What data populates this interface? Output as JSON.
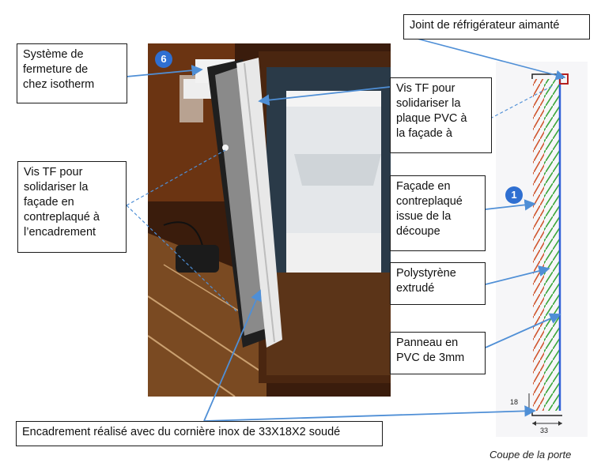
{
  "labels": {
    "joint": "Joint de réfrigérateur aimanté",
    "systeme": "Système de\nfermeture de\nchez isotherm",
    "vis_pvc": "Vis TF pour\nsolidariser la\nplaque PVC à\nla façade à",
    "vis_facade": "Vis TF pour\nsolidariser la\nfaçade en\ncontreplaqué à\nl’encadrement",
    "facade": "Façade en\ncontreplaqué\nissue de la\ndécoupe",
    "polystyrene": "Polystyrène\nextrudé",
    "panneau": "Panneau  en\nPVC de 3mm",
    "encadrement": "Encadrement réalisé avec du cornière inox de 33X18X2 soudé"
  },
  "badges": {
    "photo": "6",
    "section": "1"
  },
  "dimensions": {
    "height": "18",
    "width": "33"
  },
  "caption": "Coupe de la porte",
  "colors": {
    "arrow": "#4f8fd6",
    "hatch_red": "#d0562f",
    "hatch_green": "#3aa53a",
    "pvc_blue": "#2e5fd8"
  }
}
